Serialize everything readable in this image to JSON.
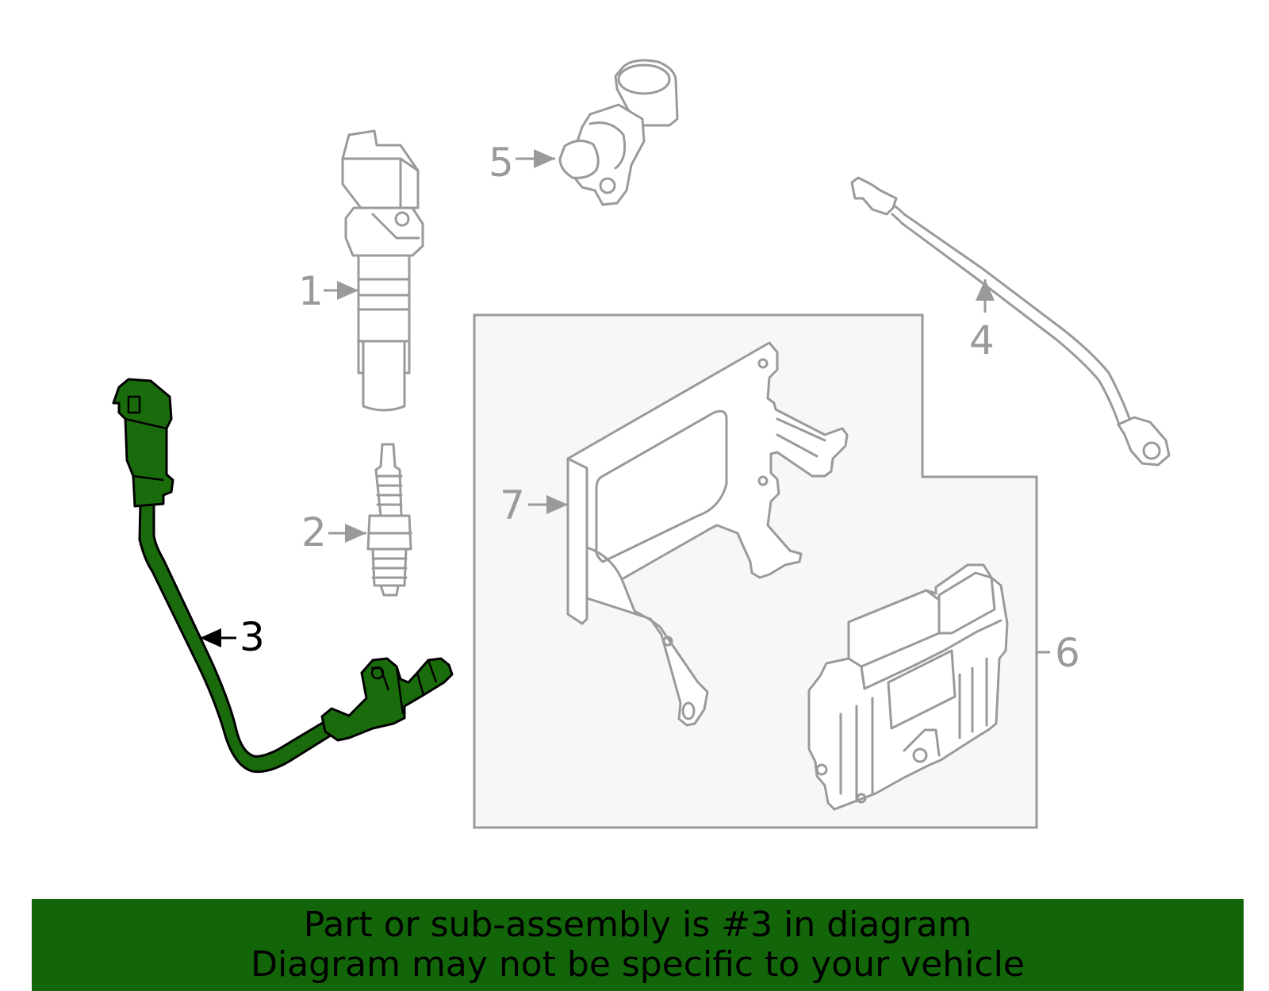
{
  "callouts": [
    {
      "id": "1",
      "label": "1"
    },
    {
      "id": "2",
      "label": "2"
    },
    {
      "id": "3",
      "label": "3",
      "highlighted": true
    },
    {
      "id": "4",
      "label": "4"
    },
    {
      "id": "5",
      "label": "5"
    },
    {
      "id": "6",
      "label": "6"
    },
    {
      "id": "7",
      "label": "7"
    }
  ],
  "banner": {
    "line1": "Part or sub-assembly is #3 in diagram",
    "line2": "Diagram may not be specific to your vehicle"
  },
  "colors": {
    "highlight": "#1a6b0c",
    "banner": "#136509",
    "outline": "#9a9a9a",
    "panel": "#f7f7f7"
  },
  "icons": {
    "part-1": "ignition-coil-icon",
    "part-2": "spark-plug-icon",
    "part-3": "crankshaft-position-sensor-icon",
    "part-4": "knock-sensor-icon",
    "part-5": "camshaft-position-sensor-icon",
    "part-6": "engine-control-module-icon",
    "part-7": "ecm-bracket-icon"
  }
}
